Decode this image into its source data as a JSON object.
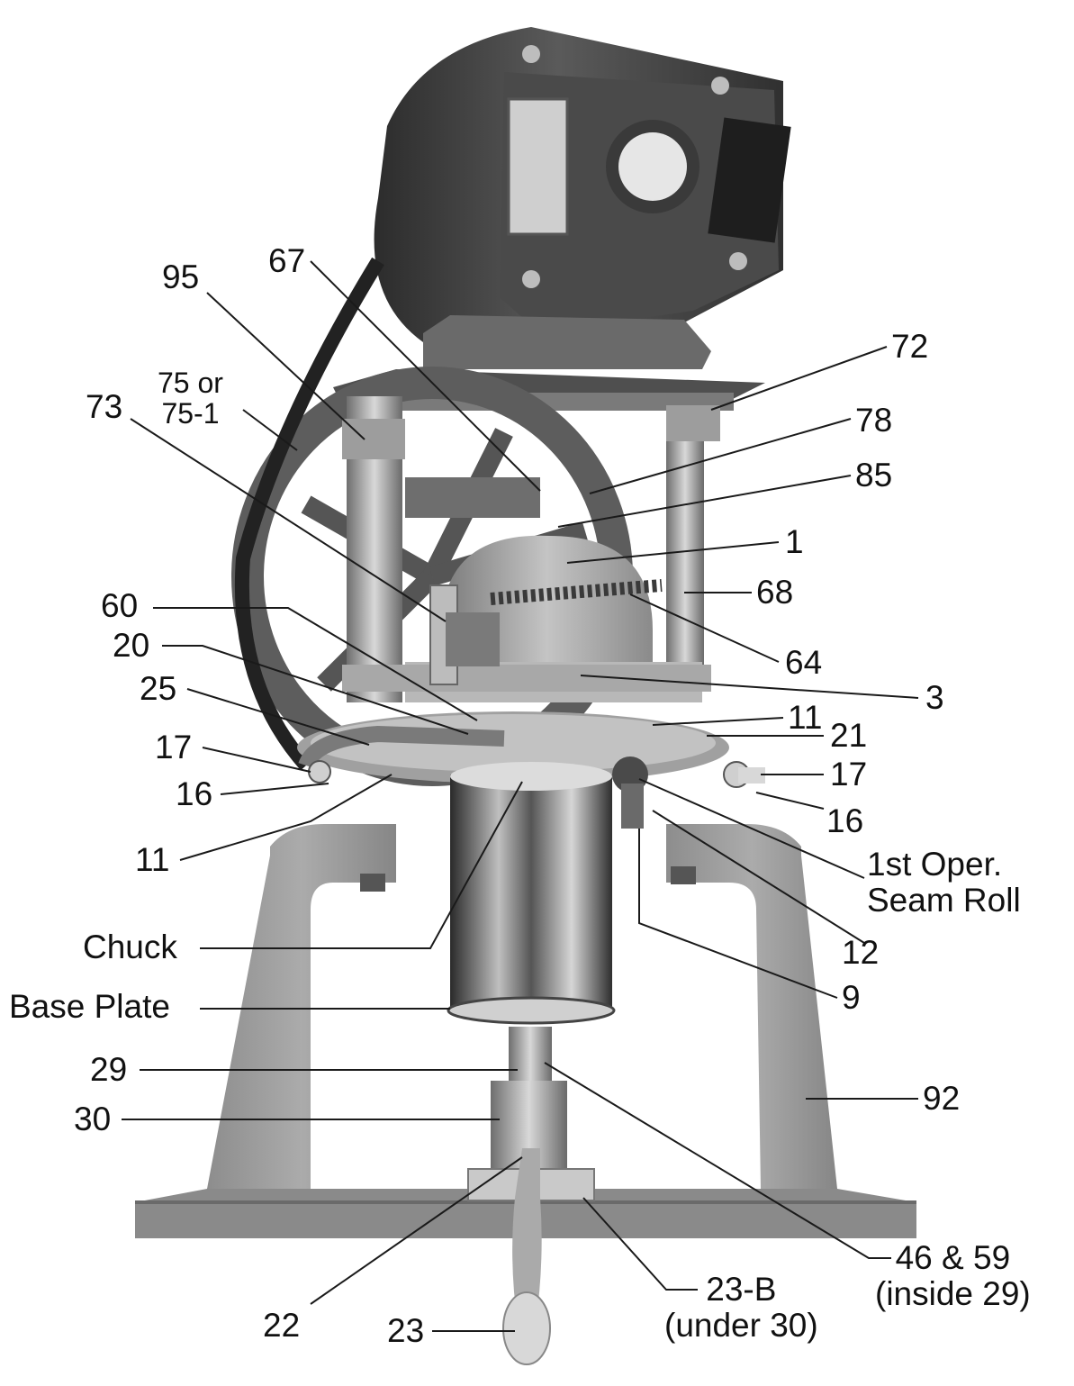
{
  "diagram": {
    "colors": {
      "background": "#ffffff",
      "leader": "#1a1a1a",
      "metal_dark": "#3e3e3e",
      "metal_mid": "#8a8a8a",
      "metal_light": "#c9c9c9",
      "casting": "#9a9a9a"
    },
    "labels": {
      "l95": "95",
      "l67": "67",
      "l72": "72",
      "l75a": "75 or",
      "l75b": "75-1",
      "l73": "73",
      "l78": "78",
      "l85": "85",
      "l1": "1",
      "l68": "68",
      "l60": "60",
      "l64": "64",
      "l20": "20",
      "l3": "3",
      "l25": "25",
      "l11r": "11",
      "l21": "21",
      "l17l": "17",
      "l17r": "17",
      "l16l": "16",
      "l16r": "16",
      "l11l": "11",
      "l1sta": "1st Oper.",
      "l1stb": "Seam Roll",
      "l12": "12",
      "lchuck": "Chuck",
      "l9": "9",
      "lbase": "Base Plate",
      "l29": "29",
      "l92": "92",
      "l30": "30",
      "l46a": "46 & 59",
      "l46b": "(inside 29)",
      "l23ba": "23-B",
      "l23bb": "(under 30)",
      "l22": "22",
      "l23": "23"
    }
  }
}
